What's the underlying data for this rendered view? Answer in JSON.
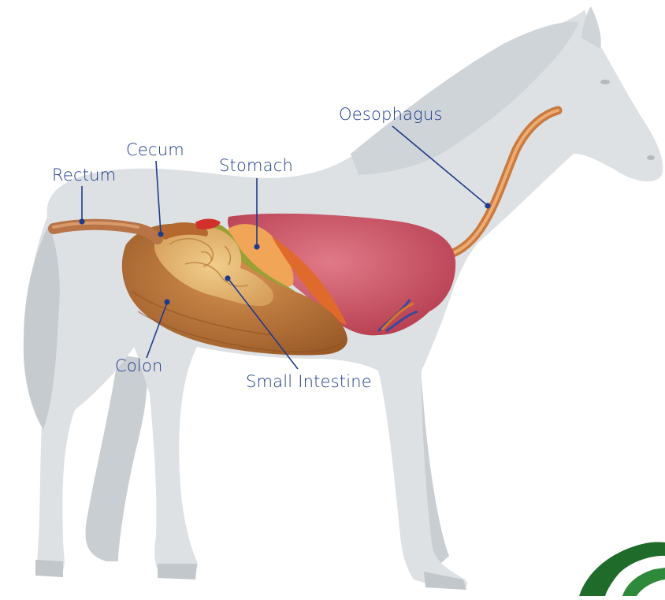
{
  "labels": {
    "rectum": "Rectum",
    "cecum": "Cecum",
    "stomach": "Stomach",
    "oesophagus": "Oesophagus",
    "colon": "Colon",
    "small_intestine": "Small Intestine"
  },
  "colors": {
    "horse_body": "#dde1e4",
    "horse_shadow": "#c6cbcf",
    "leader_line": "#1f3b8a",
    "stomach_red": "#c94a5a",
    "colon_brown": "#b9733b",
    "small_intestine_tan": "#e3b36e",
    "oesophagus_orange": "#d98a4a",
    "logo_green": "#1f6b2a"
  }
}
